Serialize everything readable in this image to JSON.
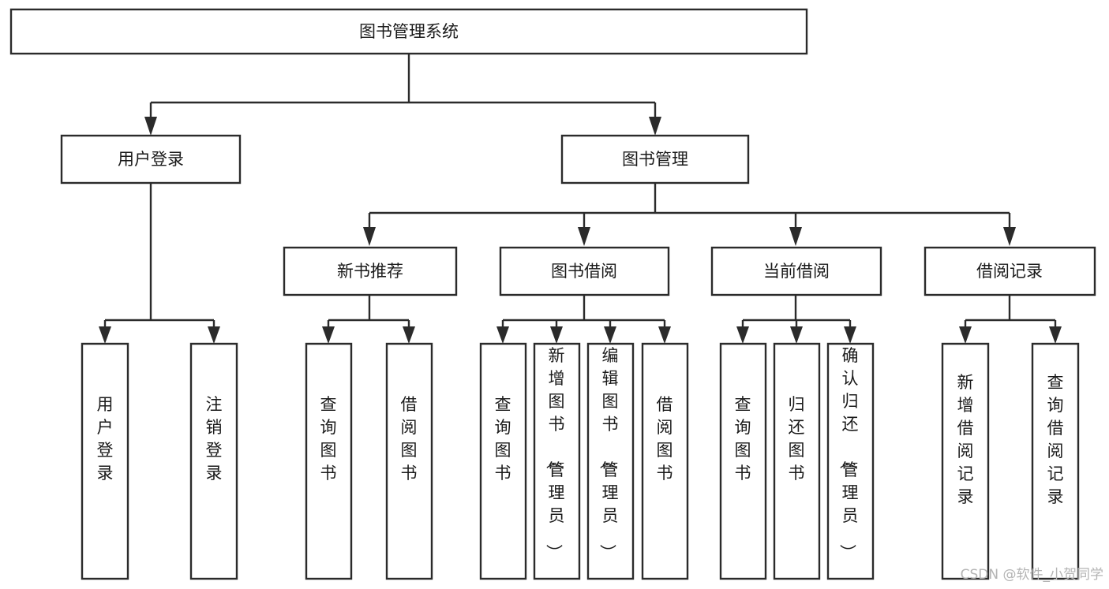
{
  "diagram": {
    "title": "图书管理系统",
    "type": "tree",
    "watermark": "CSDN @软件_小贺同学",
    "colors": {
      "stroke": "#2b2b2b",
      "fill": "#ffffff",
      "text": "#1a1a1a",
      "watermark": "#b4b4b4",
      "background": "#ffffff"
    },
    "root": {
      "label": "图书管理系统"
    },
    "level2": [
      {
        "label": "用户登录"
      },
      {
        "label": "图书管理"
      }
    ],
    "level3": [
      {
        "label": "新书推荐"
      },
      {
        "label": "图书借阅"
      },
      {
        "label": "当前借阅"
      },
      {
        "label": "借阅记录"
      }
    ],
    "leaves": {
      "user_login": [
        {
          "label": "用户登录"
        },
        {
          "label": "注销登录"
        }
      ],
      "new_book_recommend": [
        {
          "label": "查询图书"
        },
        {
          "label": "借阅图书"
        }
      ],
      "book_borrow": [
        {
          "label": "查询图书"
        },
        {
          "label": "新增图书（管理员）"
        },
        {
          "label": "编辑图书（管理员）"
        },
        {
          "label": "借阅图书"
        }
      ],
      "current_borrow": [
        {
          "label": "查询图书"
        },
        {
          "label": "归还图书"
        },
        {
          "label": "确认归还（管理员）"
        }
      ],
      "borrow_record": [
        {
          "label": "新增借阅记录"
        },
        {
          "label": "查询借阅记录"
        }
      ]
    }
  }
}
